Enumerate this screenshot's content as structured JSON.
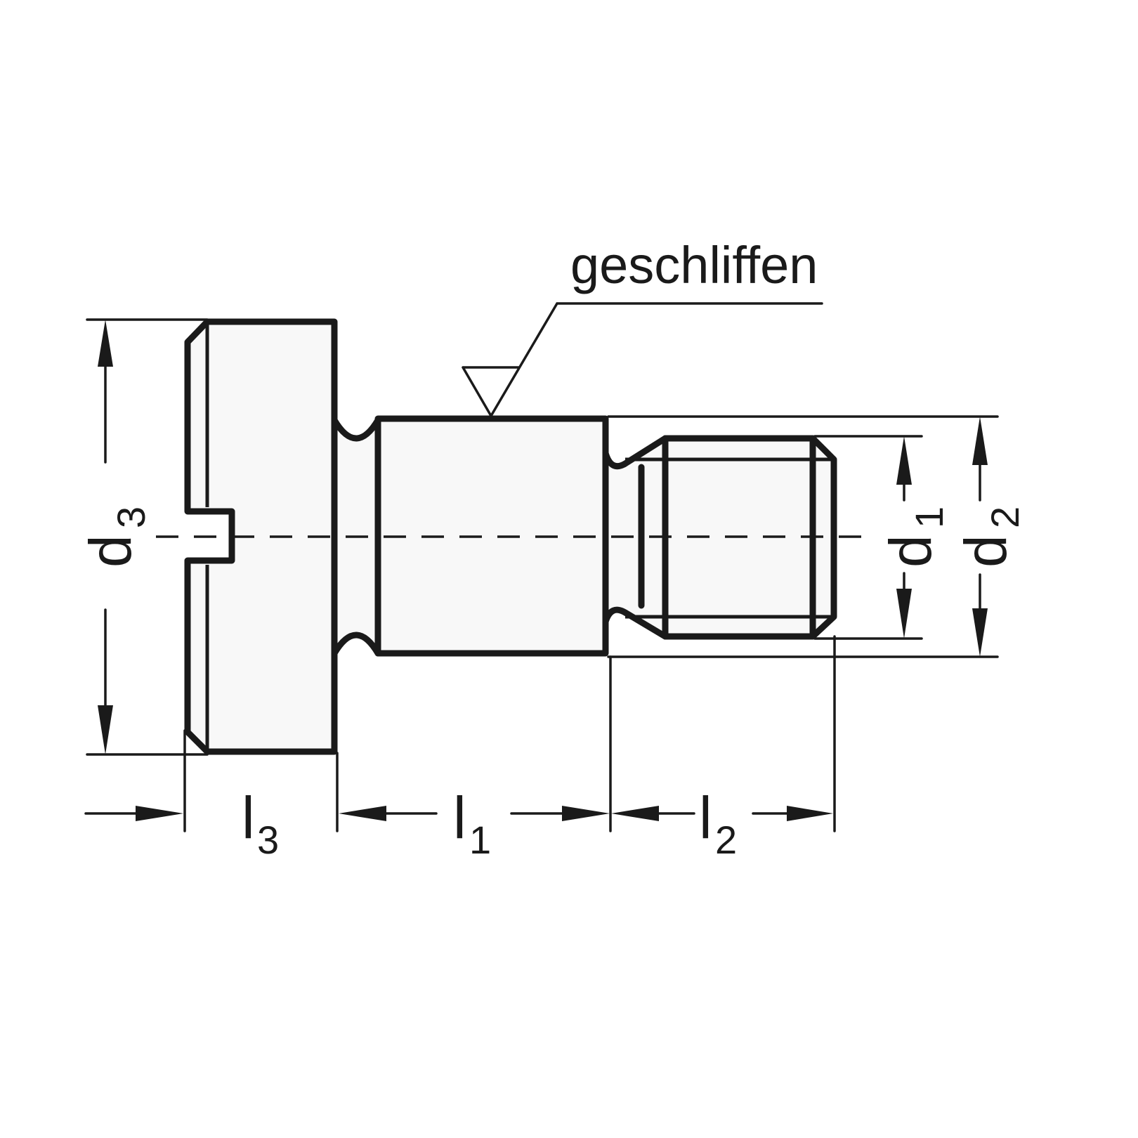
{
  "annotation": {
    "surface_finish": "geschliffen"
  },
  "dimensions": {
    "d3": {
      "main": "d",
      "sub": "3"
    },
    "d1": {
      "main": "d",
      "sub": "1"
    },
    "d2": {
      "main": "d",
      "sub": "2"
    },
    "l1": {
      "main": "l",
      "sub": "1"
    },
    "l2": {
      "main": "l",
      "sub": "2"
    },
    "l3": {
      "main": "l",
      "sub": "3"
    }
  }
}
